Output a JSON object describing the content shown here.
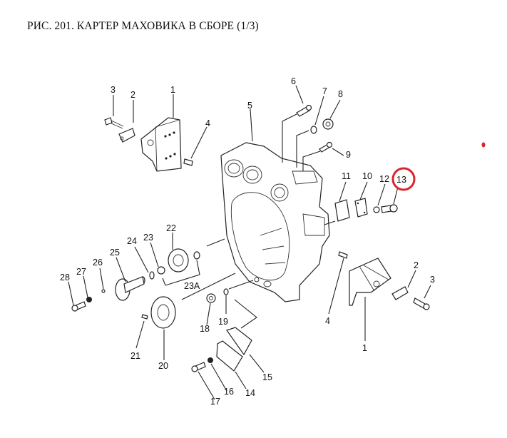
{
  "title": "РИС. 201. КАРТЕР МАХОВИКА В СБОРЕ (1/3)",
  "highlight": {
    "part": "13",
    "color": "#d9262b"
  },
  "marker_color": "#d9262b",
  "labels": {
    "p1_left": "1",
    "p2_left": "2",
    "p3_left": "3",
    "p4_left": "4",
    "p5": "5",
    "p6": "6",
    "p7": "7",
    "p8": "8",
    "p9": "9",
    "p10": "10",
    "p11": "11",
    "p12": "12",
    "p13": "13",
    "p14": "14",
    "p15": "15",
    "p16": "16",
    "p17": "17",
    "p18": "18",
    "p19": "19",
    "p20": "20",
    "p21": "21",
    "p22": "22",
    "p23": "23",
    "p23a": "23A",
    "p24": "24",
    "p25": "25",
    "p26": "26",
    "p27": "27",
    "p28": "28",
    "p1_right": "1",
    "p2_right": "2",
    "p3_right": "3",
    "p4_right": "4"
  }
}
